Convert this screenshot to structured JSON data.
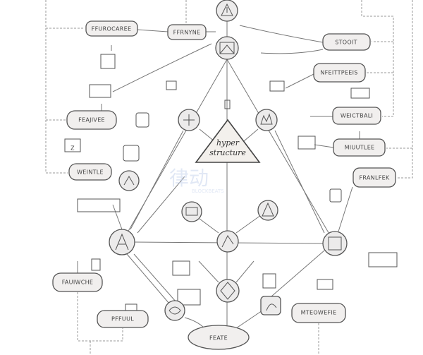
{
  "diagram": {
    "center": {
      "line1": "hyper",
      "line2": "structure"
    },
    "labels": {
      "ffurocaree": "FFUROCAREE",
      "ffrnyne": "FFRNYNE",
      "stooit": "STOOIT",
      "nfeittpeeis": "NFEITTPEEIS",
      "weictbali": "WEICTBALI",
      "miuutlee": "MIUUTLEE",
      "franlfek": "FRANLFEK",
      "feajivee": "FEAJIVEE",
      "weintle": "WEINTLE",
      "fauiwche": "FAUIWCHE",
      "pffuul": "PFFUUL",
      "feate": "FEATE",
      "mteowefie": "MTEOWEFIE"
    },
    "watermark": {
      "cn": "律动",
      "en": "BLOCKBEATS"
    }
  }
}
